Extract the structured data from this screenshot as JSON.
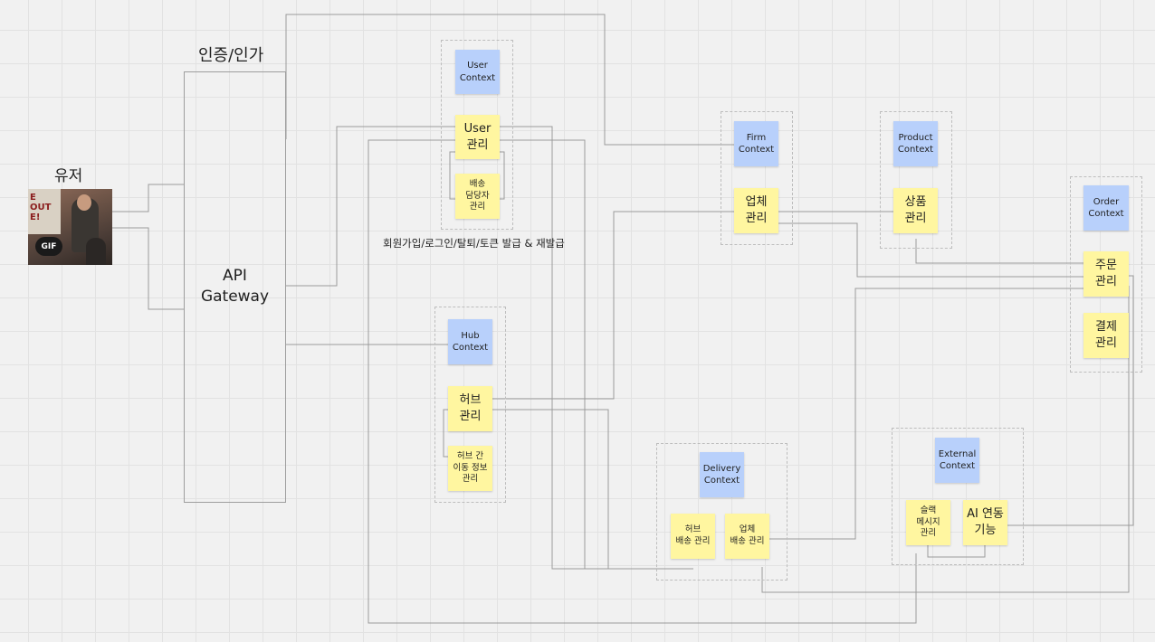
{
  "labels": {
    "auth": "인증/인가",
    "user": "유저",
    "gateway": "API\nGateway",
    "user_caption": "회원가입/로그인/탈퇴/토큰 발급 & 재발급"
  },
  "gif": {
    "badge": "GIF",
    "wall_text": "E\nOUT\nE!"
  },
  "user_context": {
    "context": "User\nContext",
    "main": "User\n관리",
    "sub": "배송\n담당자\n관리"
  },
  "hub_context": {
    "context": "Hub\nContext",
    "main": "허브\n관리",
    "sub": "허브 간\n이동 정보\n관리"
  },
  "firm_context": {
    "context": "Firm\nContext",
    "main": "업체\n관리"
  },
  "product_context": {
    "context": "Product\nContext",
    "main": "상품\n관리"
  },
  "order_context": {
    "context": "Order\nContext",
    "order": "주문\n관리",
    "payment": "결제\n관리"
  },
  "delivery_context": {
    "context": "Delivery\nContext",
    "hub_delivery": "허브\n배송 관리",
    "firm_delivery": "업체\n배송 관리"
  },
  "external_context": {
    "context": "External\nContext",
    "slack": "슬랙\n메시지\n관리",
    "ai": "AI 연동\n기능"
  },
  "colors": {
    "context_note": "#b8d0fb",
    "sticky_note": "#fff6a0",
    "connector": "#9a9a9a",
    "background": "#f1f1f1"
  }
}
